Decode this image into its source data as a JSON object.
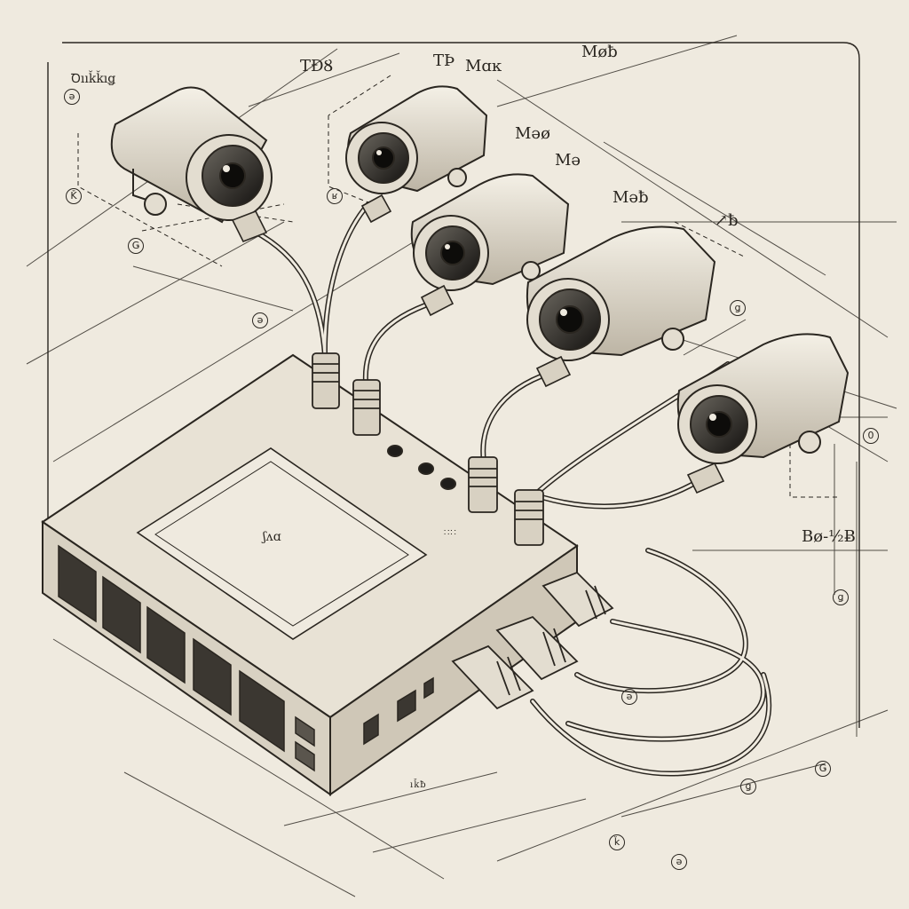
{
  "colors": {
    "paper": "#efeadf",
    "ink": "#2a2620",
    "body": "#e3ddd0",
    "shade": "#c9c1b1",
    "lens": "#1f1d1a"
  },
  "labels": {
    "top_left": "Ꝺııǩǩıǥ",
    "cam1": "TÐȢ",
    "cam2": "TÞ",
    "cam2b": "Mɑĸ",
    "top_right": "Møƀ",
    "cam3": "Məø",
    "cam3b": "Mə",
    "cam4": "Məƀ",
    "cam4b": "↗ƀ",
    "right": "Bø-½Ƀ",
    "switch_face": "ʃʌɑ",
    "switch_label": "∷∷",
    "side_small": "ıǩƀ"
  },
  "markers": {
    "m1": "Ǩ",
    "m2": "Ǥ",
    "m3": "ʁ",
    "m4": "ə",
    "m5": "ǥ",
    "m6": "0",
    "m7": "ǥ",
    "m8": "Ǥ",
    "m9": "ǥ",
    "m10": "ǩ",
    "m11": "ə",
    "m12": "ə",
    "m13": "ə"
  }
}
